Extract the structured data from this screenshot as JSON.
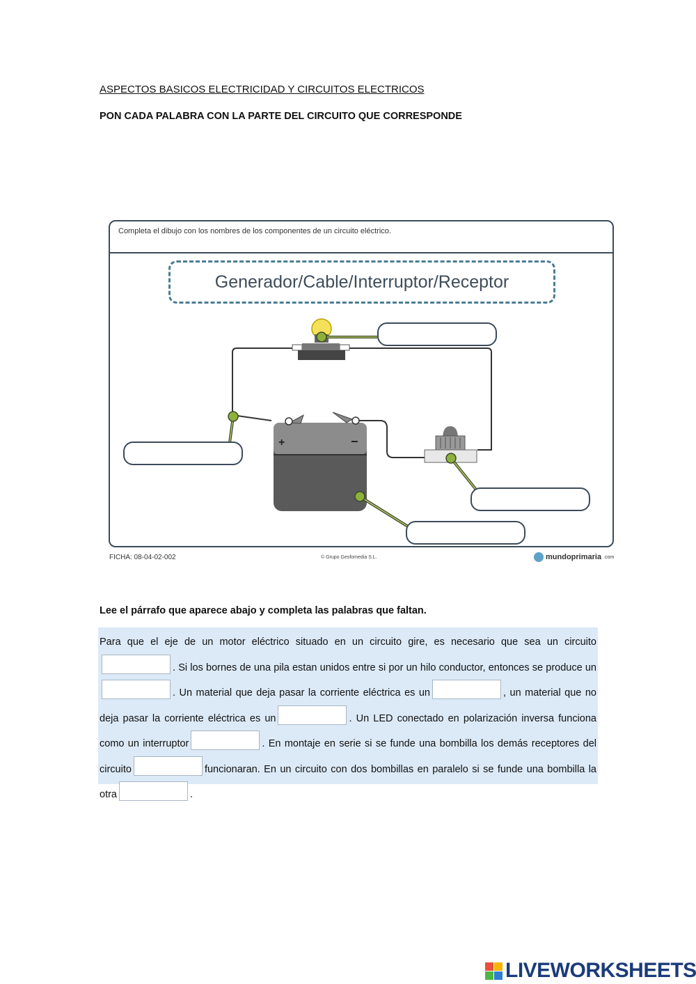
{
  "page": {
    "title": "ASPECTOS BASICOS ELECTRICIDAD Y CIRCUITOS ELECTRICOS",
    "instruction": "PON CADA PALABRA CON LA PARTE DEL CIRCUITO QUE CORRESPONDE"
  },
  "worksheet": {
    "instruction": "Completa el dibujo con los nombres de los componentes de un circuito eléctrico.",
    "word_bank": "Generador/Cable/Interruptor/Receptor",
    "battery_plus": "+",
    "battery_minus": "−",
    "footer_ficha": "FICHA: 08-04-02-002",
    "footer_copyright": "© Grupo Gesfomedia S.L.",
    "footer_brand": "mundoprimaria",
    "footer_brand_suffix": ".com"
  },
  "paragraph": {
    "heading": "Lee el párrafo que aparece abajo y completa las palabras que faltan.",
    "s1": "Para que el eje de un motor eléctrico situado en un circuito gire, es necesario que sea un circuito",
    "s2": ". Si los bornes de una pila estan unidos entre si por un hilo conductor, entonces se produce un",
    "s3": ". Un material que deja pasar la corriente eléctrica es un",
    "s4": ", un material que no deja pasar la corriente eléctrica es un",
    "s5": ". Un LED conectado en polarización inversa funciona como un interruptor",
    "s6": ". En montaje en serie si se funde una bombilla los demás receptores del circuito",
    "s7": "funcionaran. En un circuito con dos bombillas en paralelo si se funde una bombilla la otra",
    "s8": "."
  },
  "branding": {
    "logo_text": "LIVEWORKSHEETS",
    "logo_colors": [
      "#e94f3c",
      "#f7b500",
      "#4fb543",
      "#2d7fd0"
    ]
  },
  "colors": {
    "border": "#3c4b5a",
    "wordbank_border": "#4a7d93",
    "connector_dot": "#8db13c",
    "paragraph_bg": "#dceaf7"
  }
}
